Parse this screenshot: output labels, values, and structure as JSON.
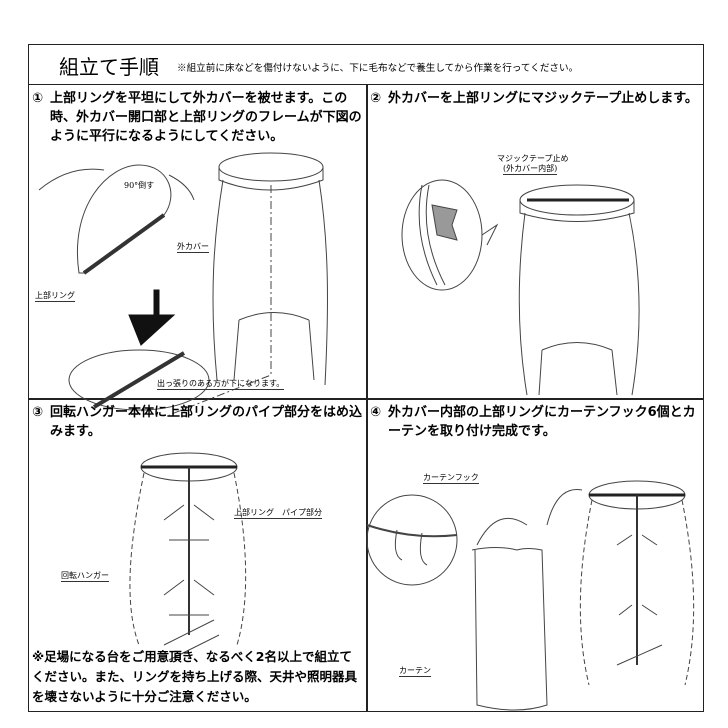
{
  "header": {
    "title": "組立て手順",
    "note": "※組立前に床などを傷付けないように、下に毛布などで養生してから作業を行ってください。"
  },
  "steps": [
    {
      "num": "①",
      "text": "上部リングを平坦にして外カバーを被せます。この時、外カバー開口部と上部リングのフレームが下図のように平行になるようにしてください。",
      "labels": {
        "rotate": "90°倒す",
        "cover": "外カバー",
        "ring": "上部リング",
        "protrude": "出っ張りのある方が下になります。"
      }
    },
    {
      "num": "②",
      "text": "外カバーを上部リングにマジックテープ止めします。",
      "labels": {
        "velcro": "マジックテープ止め",
        "velcro_sub": "(外カバー内部)"
      }
    },
    {
      "num": "③",
      "text": "回転ハンガー本体に上部リングのパイプ部分をはめ込みます。",
      "labels": {
        "pipe": "上部リング　パイプ部分",
        "hanger": "回転ハンガー"
      }
    },
    {
      "num": "④",
      "text": "外カバー内部の上部リングにカーテンフック6個とカーテンを取り付け完成です。",
      "labels": {
        "hook": "カーテンフック",
        "curtain": "カーテン"
      }
    }
  ],
  "warning": "※足場になる台をご用意頂き、なるべく2名以上で組立てください。また、リングを持ち上げる際、天井や照明器具を壊さないように十分ご注意ください。"
}
